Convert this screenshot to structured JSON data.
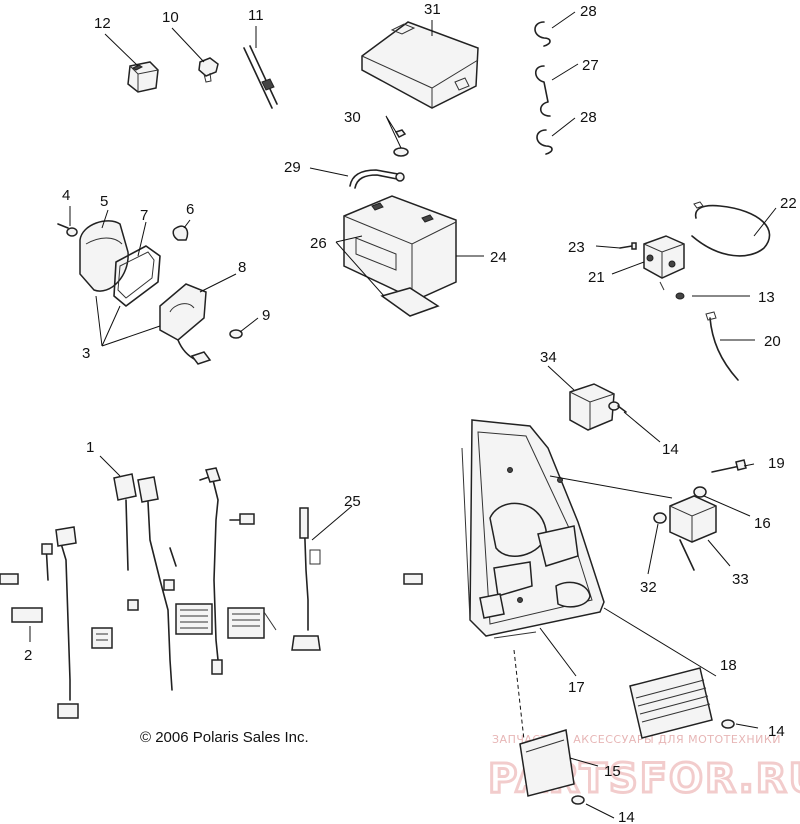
{
  "copyright": "© 2006 Polaris Sales Inc.",
  "watermark": {
    "tagline": "ЗАПЧАСТИ И АКСЕССУАРЫ ДЛЯ МОТОТЕХНИКИ",
    "brand": "PARTSFOR.RU",
    "color": "#e9a3a3"
  },
  "callouts": {
    "c1": "1",
    "c2": "2",
    "c3": "3",
    "c4": "4",
    "c5": "5",
    "c6": "6",
    "c7": "7",
    "c8": "8",
    "c9": "9",
    "c10": "10",
    "c11": "11",
    "c12": "12",
    "c13": "13",
    "c14a": "14",
    "c14b": "14",
    "c14c": "14",
    "c15": "15",
    "c16": "16",
    "c17": "17",
    "c18": "18",
    "c19": "19",
    "c20": "20",
    "c21": "21",
    "c22": "22",
    "c23": "23",
    "c24": "24",
    "c25": "25",
    "c26": "26",
    "c27": "27",
    "c28a": "28",
    "c28b": "28",
    "c29": "29",
    "c30": "30",
    "c31": "31",
    "c32": "32",
    "c33": "33",
    "c34": "34"
  }
}
